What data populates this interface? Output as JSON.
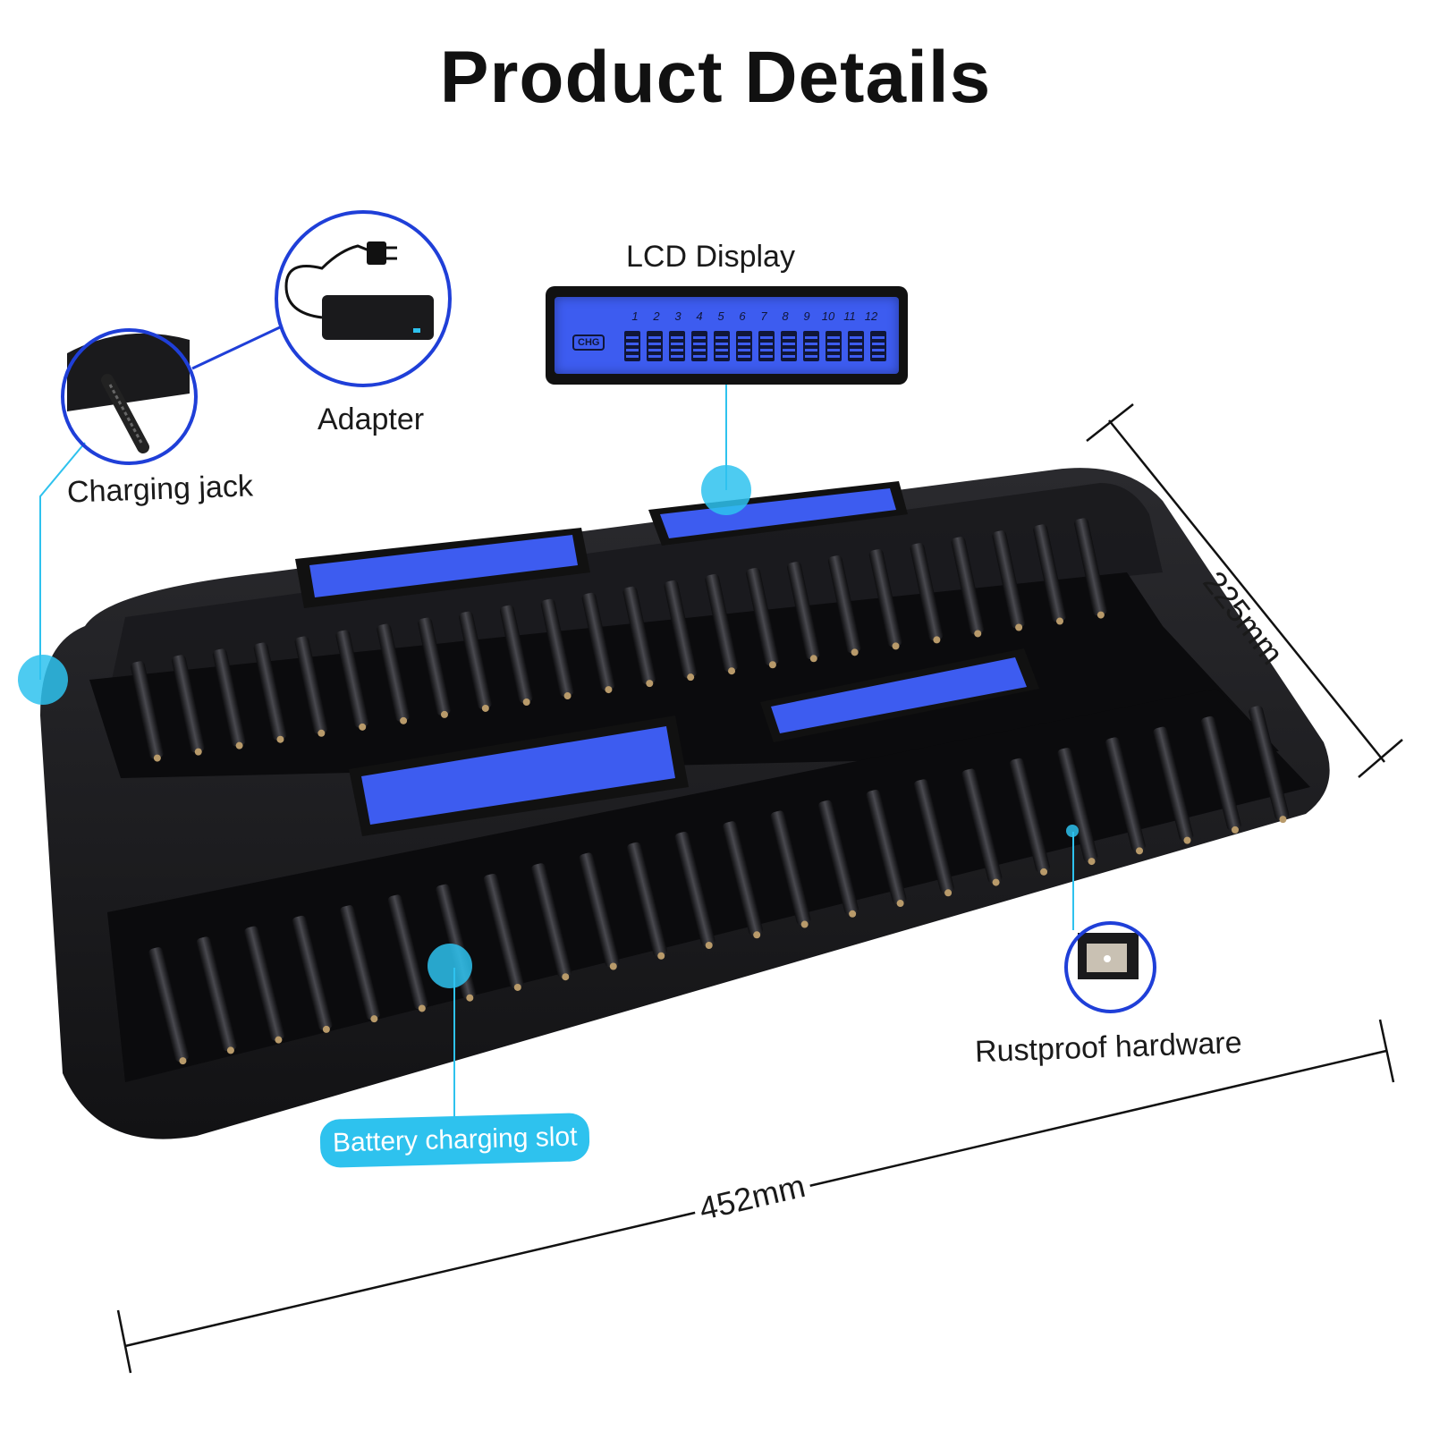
{
  "page_title": "Product Details",
  "callouts": {
    "lcd_display": "LCD Display",
    "adapter": "Adapter",
    "charging_jack": "Charging jack",
    "rustproof_hardware": "Rustproof hardware",
    "battery_charging_slot": "Battery charging slot"
  },
  "dimensions": {
    "depth": "225mm",
    "width": "452mm"
  },
  "lcd": {
    "badge": "CHG",
    "slot_numbers": [
      "1",
      "2",
      "3",
      "4",
      "5",
      "6",
      "7",
      "8",
      "9",
      "10",
      "11",
      "12"
    ]
  },
  "colors": {
    "accent_cyan": "#2ec2ee",
    "circle_border": "#1f3fd8",
    "lcd_blue": "#3d5cf0",
    "device_body": "#1c1c1f"
  }
}
